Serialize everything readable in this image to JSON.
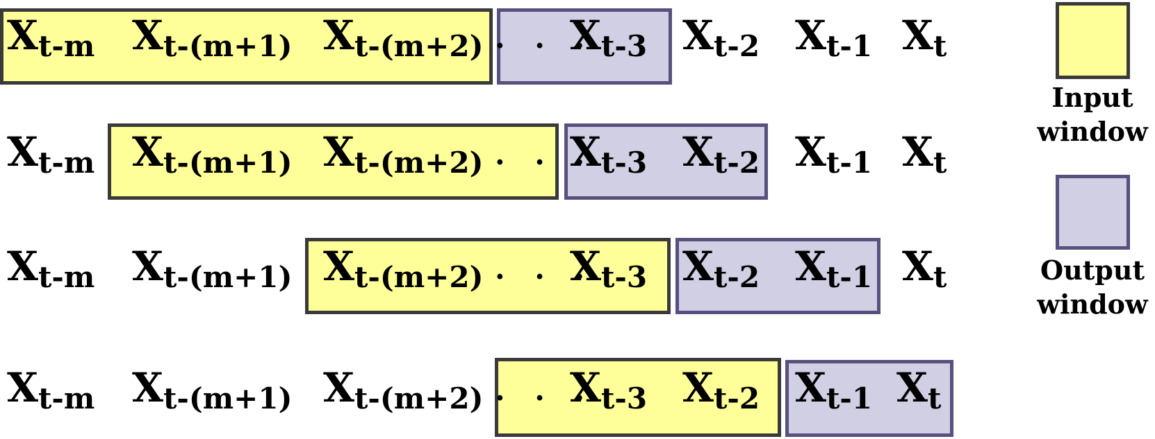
{
  "colors": {
    "input_fill": "#ffff99",
    "input_border": "#3a3a3a",
    "output_fill": "#d0cfe3",
    "output_border": "#58507e"
  },
  "tokens": {
    "base": "X",
    "subs": [
      "t-m",
      "t-(m+1)",
      "t-(m+2)",
      "t-3",
      "t-2",
      "t-1",
      "t"
    ]
  },
  "ellipsis": ". . .",
  "rows": [
    {
      "input": [
        "t-m",
        "t-(m+1)",
        "t-(m+2)"
      ],
      "output": [
        "t-3"
      ]
    },
    {
      "input": [
        "t-(m+1)",
        "t-(m+2)"
      ],
      "output": [
        "t-3",
        "t-2"
      ]
    },
    {
      "input": [
        "t-(m+2)",
        "t-3"
      ],
      "output": [
        "t-2",
        "t-1"
      ]
    },
    {
      "input": [
        "t-3",
        "t-2"
      ],
      "output": [
        "t-1",
        "t"
      ]
    }
  ],
  "legend": {
    "input_label_line1": "Input",
    "input_label_line2": "window",
    "output_label_line1": "Output",
    "output_label_line2": "window"
  }
}
